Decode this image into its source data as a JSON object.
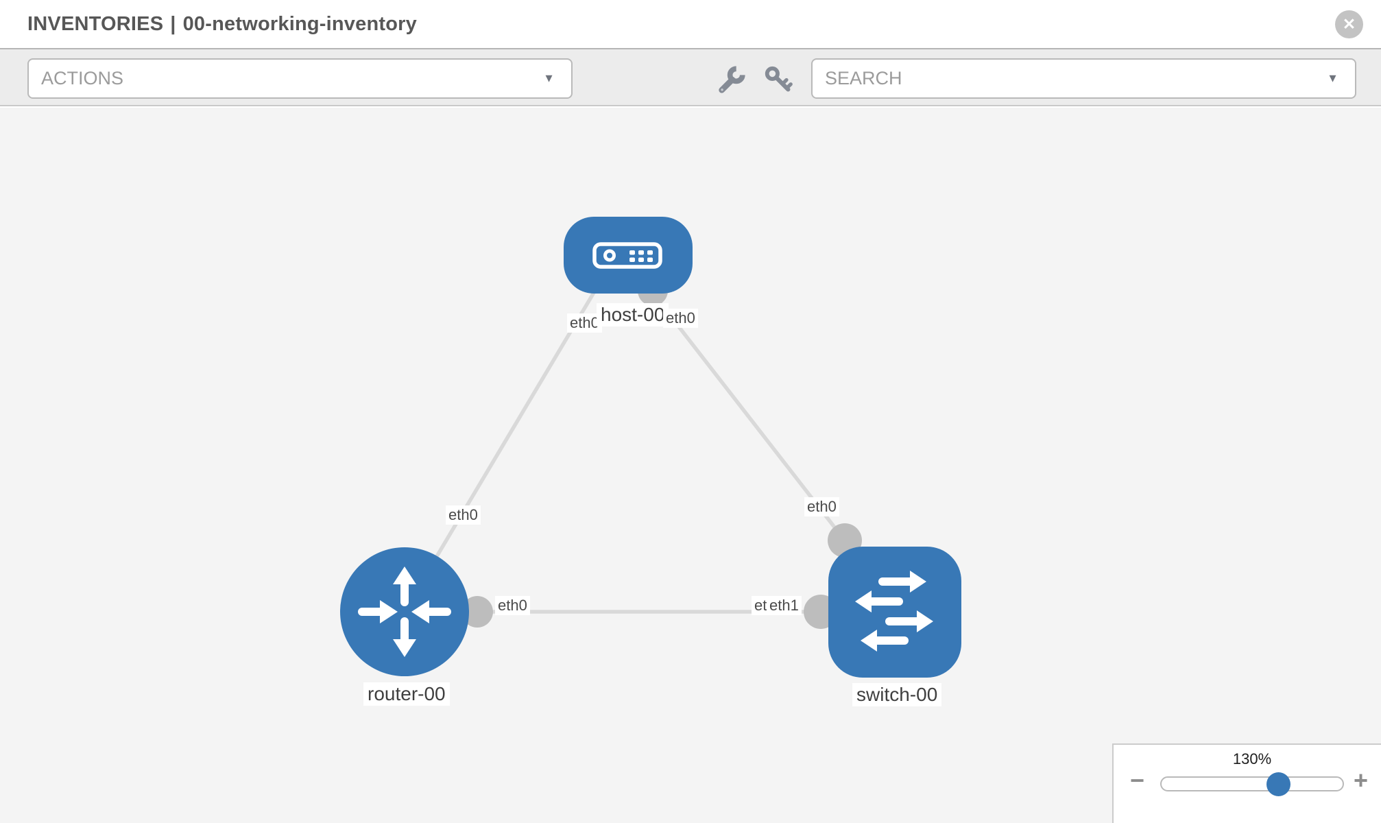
{
  "header": {
    "section": "INVENTORIES",
    "separator": "|",
    "inventory_name": "00-networking-inventory",
    "close_glyph": "✕"
  },
  "toolbar": {
    "actions_label": "ACTIONS",
    "search_label": "SEARCH",
    "caret_glyph": "▼"
  },
  "topology": {
    "nodes": [
      {
        "id": "host-00",
        "type": "host",
        "label": "host-00"
      },
      {
        "id": "router-00",
        "type": "router",
        "label": "router-00"
      },
      {
        "id": "switch-00",
        "type": "switch",
        "label": "switch-00"
      }
    ],
    "links": [
      {
        "from": "host-00",
        "to": "router-00"
      },
      {
        "from": "host-00",
        "to": "switch-00"
      },
      {
        "from": "router-00",
        "to": "switch-00"
      }
    ],
    "interfaces": {
      "host_to_router": "eth0",
      "host_to_switch": "eth0",
      "router_uplink": "eth0",
      "switch_uplink": "eth0",
      "router_to_switch": "eth0",
      "switch_to_router_hidden": "eth0",
      "switch_to_router": "eth1"
    }
  },
  "zoom_control": {
    "level": "130%",
    "minus_glyph": "−",
    "plus_glyph": "+"
  },
  "colors": {
    "node_blue": "#3878b6",
    "link_gray": "#d9d9d9",
    "connector_gray": "#bdbdbd",
    "canvas_bg": "#f4f4f4"
  }
}
